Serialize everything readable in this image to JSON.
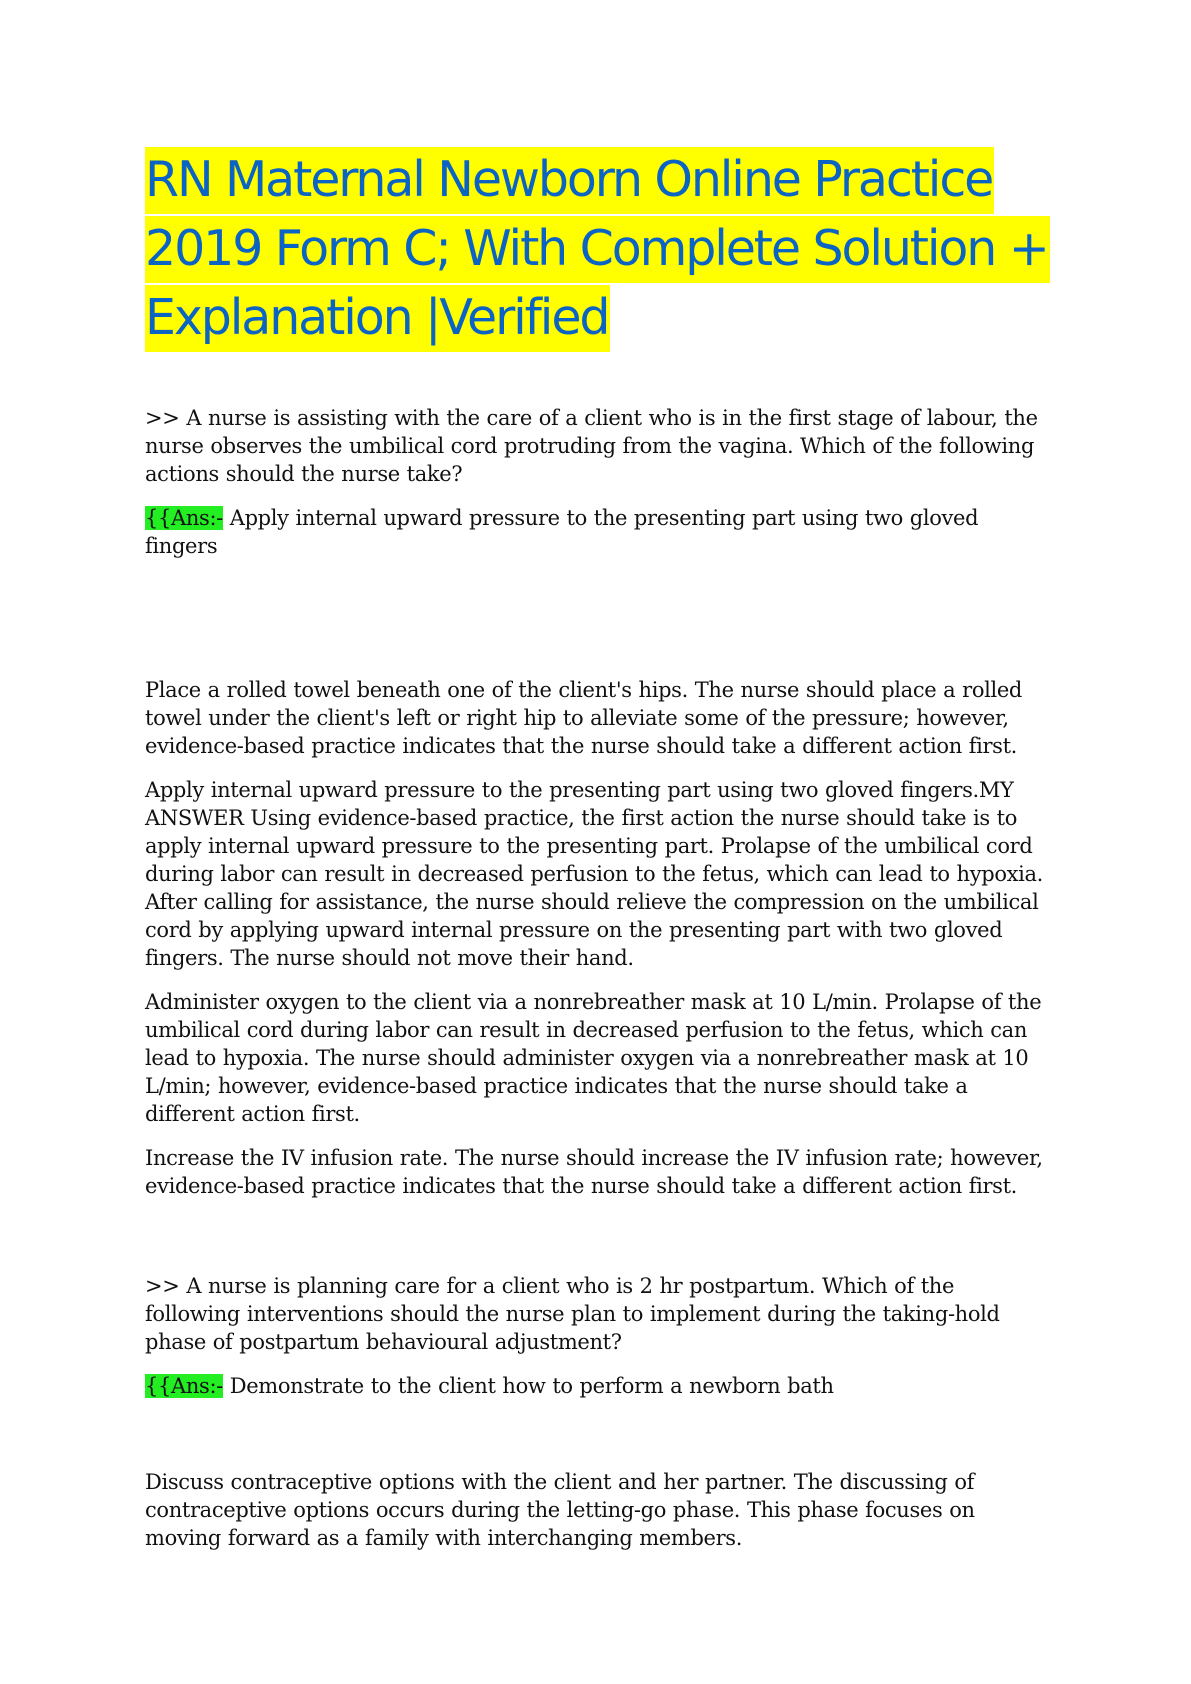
{
  "document": {
    "title": "RN Maternal Newborn Online Practice 2019 Form C; With Complete Solution + Explanation |Verified",
    "questions": [
      {
        "question": ">> A nurse is assisting with the care of a client who is in the first stage of labour, the nurse observes the umbilical cord protruding from the vagina. Which of the following actions should the nurse take?",
        "answer_tag": "{{Ans:-",
        "answer_text": " Apply internal upward pressure to the presenting part using two gloved fingers",
        "explanations": [
          "Place a rolled towel beneath one of the client's hips. The nurse should place a rolled towel under the client's left or right hip to alleviate some of the pressure; however, evidence-based practice indicates that the nurse should take a different action first.",
          "Apply internal upward pressure to the presenting part using two gloved fingers.MY ANSWER Using evidence-based practice, the first action the nurse should take is to apply internal upward pressure to the presenting part. Prolapse of the umbilical cord during labor can result in decreased perfusion to the fetus, which can lead to hypoxia. After calling for assistance, the nurse should relieve the compression on the umbilical cord by applying upward internal pressure on the presenting part with two gloved fingers. The nurse should not move their hand.",
          "Administer oxygen to the client via a nonrebreather mask at 10 L/min. Prolapse of the umbilical cord during labor can result in decreased perfusion to the fetus, which can lead to hypoxia. The nurse should administer oxygen via a nonrebreather mask at 10 L/min; however, evidence-based practice indicates that the nurse should take a different action first.",
          "Increase the IV infusion rate. The nurse should increase the IV infusion rate; however, evidence-based practice indicates that the nurse should take a different action first."
        ]
      },
      {
        "question": ">> A nurse is planning care for a client who is 2 hr postpartum. Which of the following interventions should the nurse plan to implement during the taking-hold phase of postpartum behavioural adjustment?",
        "answer_tag": "{{Ans:-",
        "answer_text": " Demonstrate to the client how to perform a newborn bath",
        "explanations": [
          "Discuss contraceptive options with the client and her partner. The discussing of contraceptive options occurs during the letting-go phase. This phase focuses on moving forward as a family with interchanging members."
        ]
      }
    ]
  },
  "colors": {
    "title_text": "#0b63c4",
    "title_highlight": "#ffff00",
    "answer_tag_highlight": "#22ee22",
    "body_text": "#111111"
  }
}
